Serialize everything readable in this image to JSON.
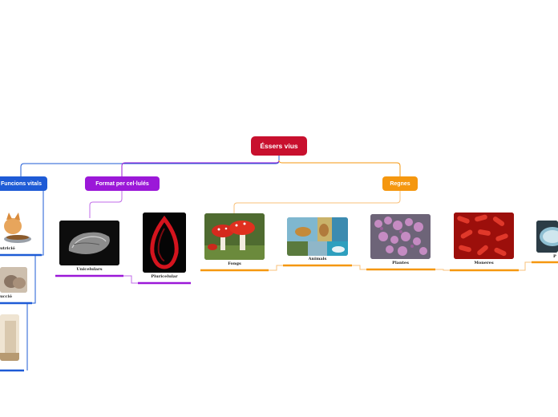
{
  "root": {
    "label": "Éssers vius",
    "color": "#c8102e"
  },
  "branches": {
    "funcions": {
      "label": "Funcions vitals",
      "color": "#1e5bd6"
    },
    "format": {
      "label": "Format per cel·lulés",
      "color": "#9b18d8"
    },
    "regnes": {
      "label": "Regnes",
      "color": "#f5970f"
    }
  },
  "leaves": {
    "nutricio": "utrició",
    "reproduccio": "ucció",
    "unicel": "Unicelulars",
    "pluricel": "Pluricelular",
    "fongs": "Fongs",
    "animals": "Animals",
    "plantes": "Plantes",
    "moneres": "Moneres",
    "protists": "P"
  },
  "icons": {
    "nutricio": "cat-eating-photo-icon",
    "reproduccio": "kittens-photo-icon",
    "relacio": "room-photo-icon",
    "unicel": "microscope-cell-photo-icon",
    "pluricel": "red-embryo-photo-icon",
    "fongs": "mushrooms-photo-icon",
    "animals": "animals-collage-photo-icon",
    "plantes": "heather-flowers-photo-icon",
    "moneres": "red-bacteria-photo-icon",
    "protists": "blue-protist-photo-icon"
  }
}
